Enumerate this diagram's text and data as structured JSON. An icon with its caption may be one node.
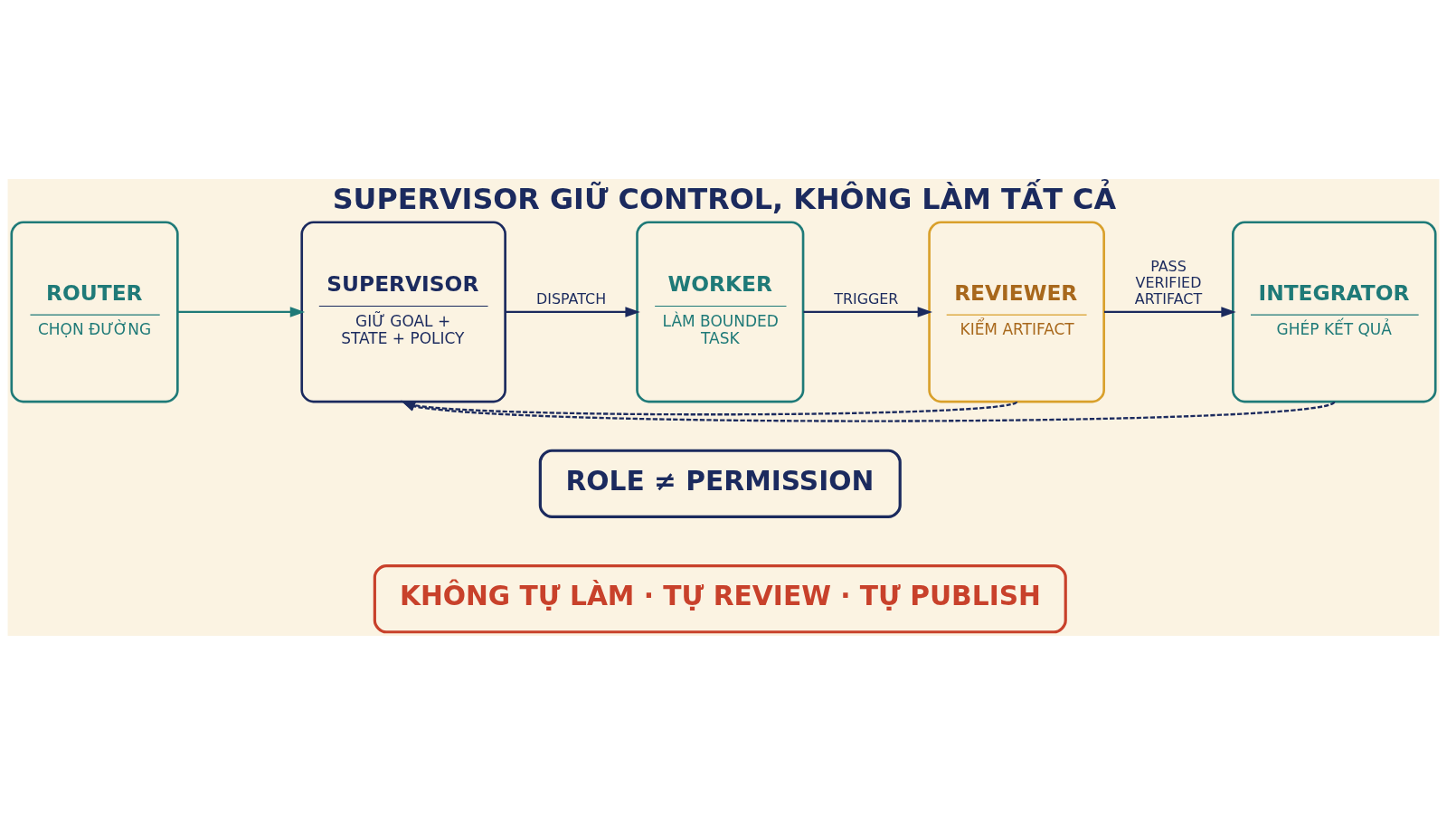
{
  "diagram": {
    "title": "SUPERVISOR GIỮ CONTROL, KHÔNG LÀM TẤT CẢ",
    "nodes": [
      {
        "text": [
          "ROUTER",
          "CHỌN ĐƯỜNG"
        ]
      },
      {
        "text": [
          "SUPERVISOR",
          "GIỮ GOAL + STATE + POLICY"
        ]
      },
      {
        "text": [
          "WORKER",
          "LÀM BOUNDED TASK"
        ]
      },
      {
        "text": [
          "REVIEWER",
          "KIỂM ARTIFACT"
        ]
      },
      {
        "text": [
          "INTEGRATOR",
          "GHÉP KẾT QUẢ"
        ]
      },
      {
        "text": [
          "ROLE ≠ PERMISSION"
        ]
      },
      {
        "text": [
          "KHÔNG TỰ LÀM · TỰ REVIEW · TỰ PUBLISH"
        ]
      }
    ],
    "edges": [
      {
        "from": 0,
        "to": 1,
        "arrow": "to",
        "color": "#1f7a78"
      },
      {
        "from": 1,
        "to": 2,
        "arrow": "to",
        "label": "DISPATCH"
      },
      {
        "from": 2,
        "to": 3,
        "arrow": "to",
        "label": "TRIGGER"
      },
      {
        "from": 3,
        "to": 4,
        "arrow": "to",
        "label": "PASS VERIFIED ARTIFACT"
      },
      {
        "from": 3,
        "to": 1,
        "arrow": "to",
        "style": "dashed"
      },
      {
        "from": 4,
        "to": 1,
        "arrow": "to",
        "style": "dashed"
      }
    ]
  }
}
